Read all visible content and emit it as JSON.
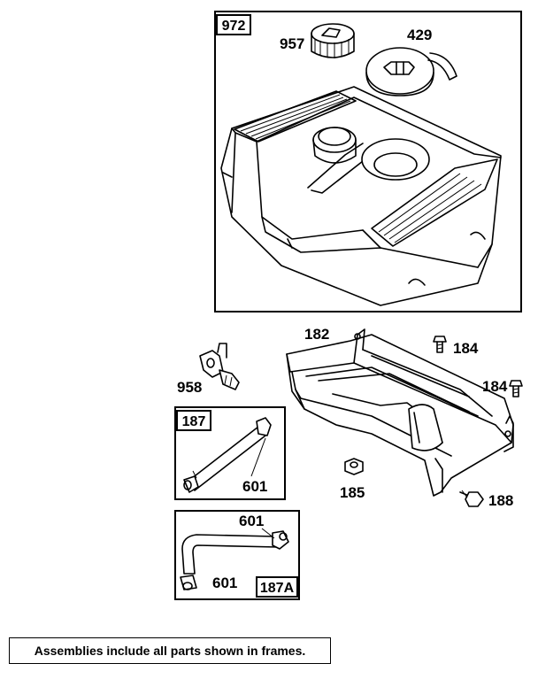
{
  "callouts": {
    "tank_assembly": "972",
    "fuel_cap": "957",
    "vented_cap": "429",
    "bracket": "182",
    "screw_a": "184",
    "screw_b": "184",
    "fuel_valve": "958",
    "nut": "185",
    "bolt": "188",
    "line_assembly_straight": "187",
    "clamp_straight": "601",
    "clamp_bent_top": "601",
    "clamp_bent_bottom": "601",
    "line_assembly_bent": "187A"
  },
  "note": "Assemblies include all parts shown in frames."
}
